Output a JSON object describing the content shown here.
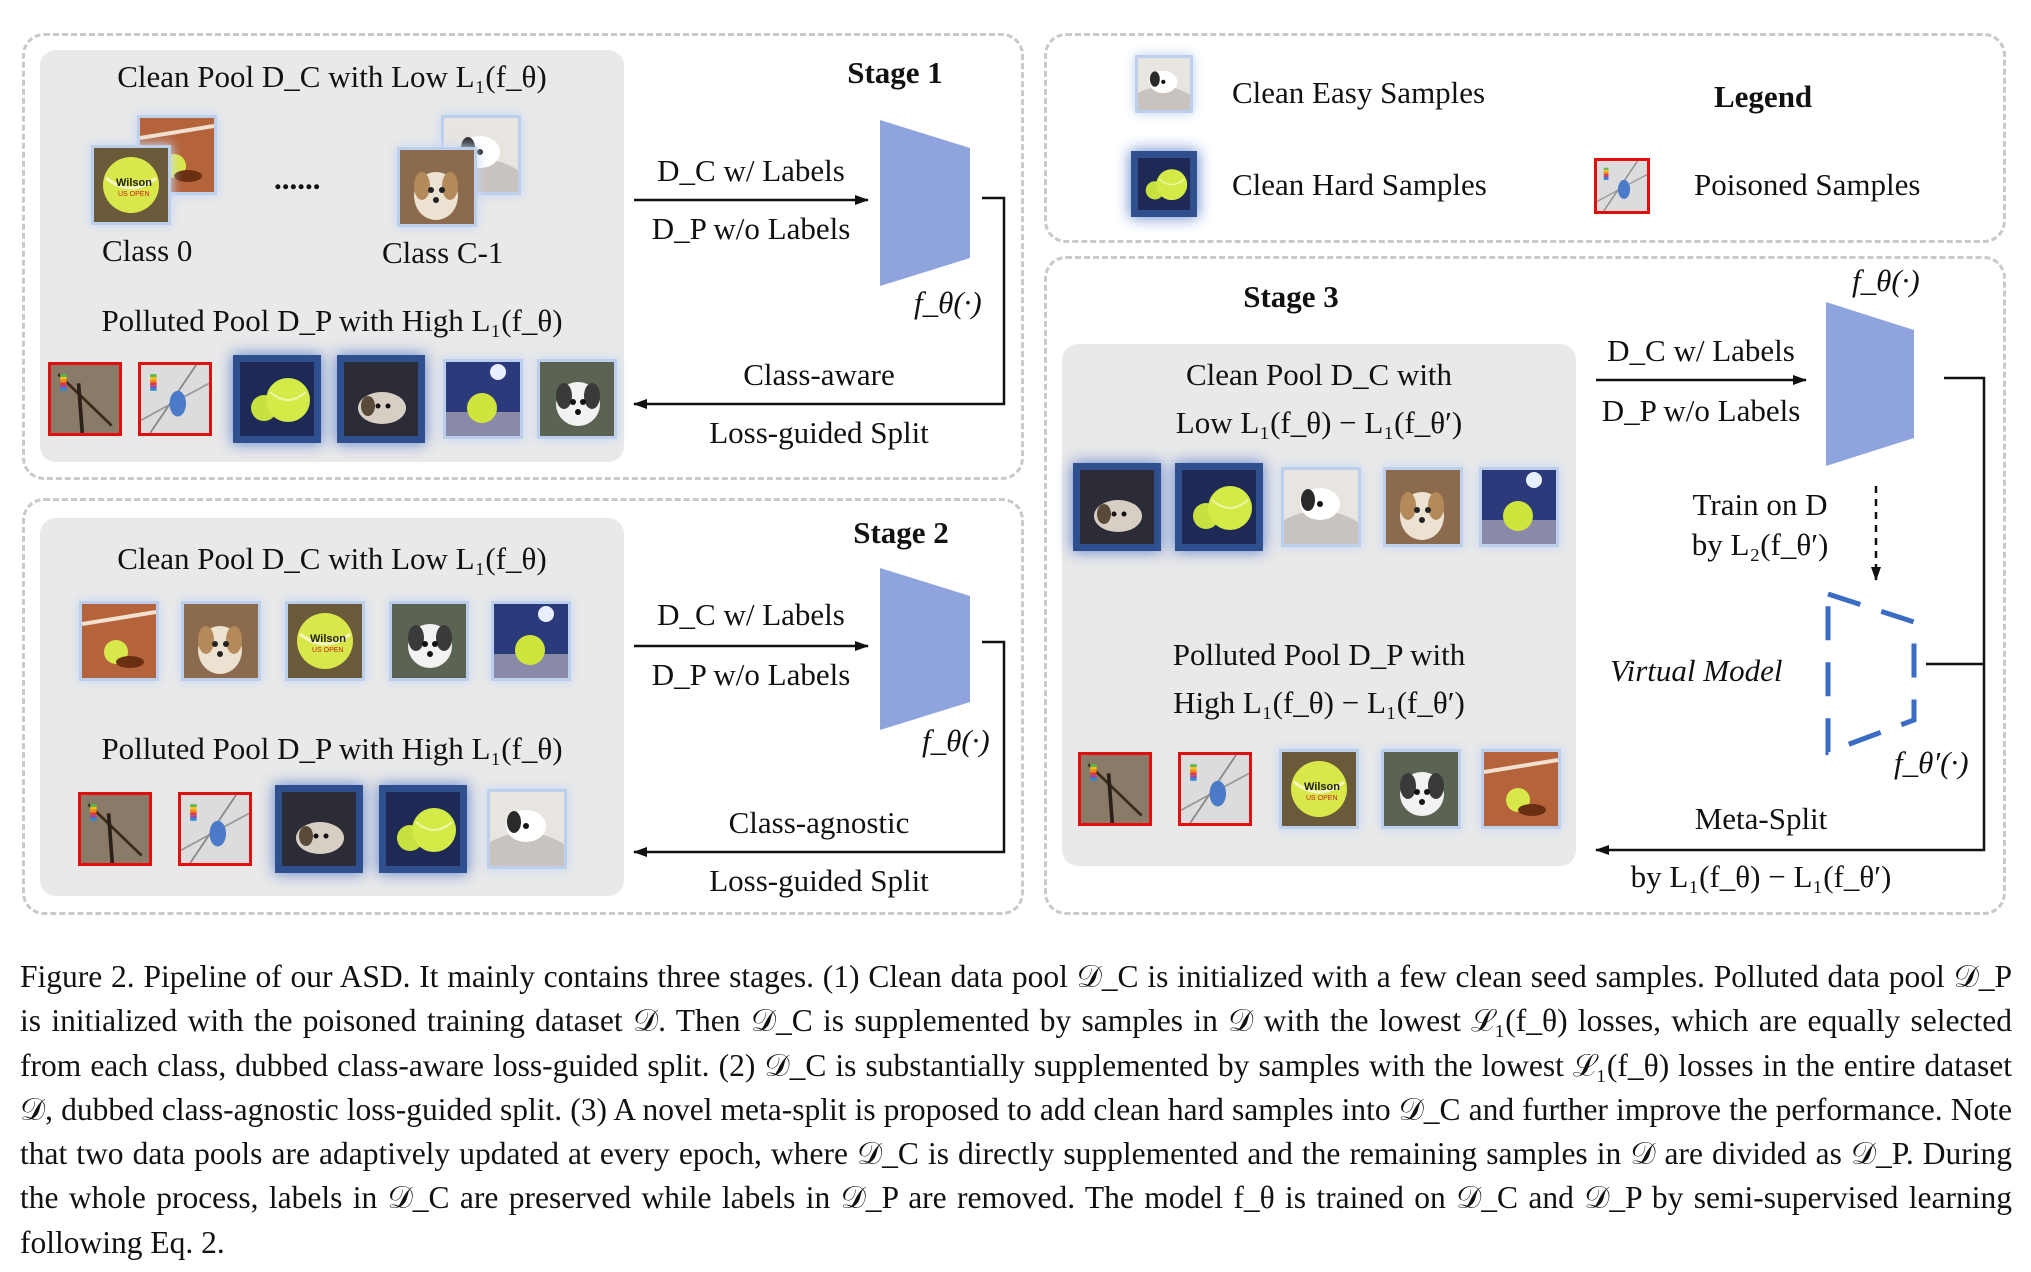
{
  "stage1": {
    "title": "Stage 1",
    "clean_pool": "Clean Pool D_C with Low L₁(f_θ)",
    "class0": "Class 0",
    "ellipsis": "......",
    "classC": "Class C-1",
    "polluted_pool": "Polluted Pool D_P with High L₁(f_θ)",
    "in_top": "D_C w/ Labels",
    "in_bottom": "D_P w/o Labels",
    "model": "f_θ(·)",
    "split_top": "Class-aware",
    "split_bottom": "Loss-guided Split"
  },
  "stage2": {
    "title": "Stage 2",
    "clean_pool": "Clean Pool D_C with Low L₁(f_θ)",
    "polluted_pool": "Polluted Pool D_P with High L₁(f_θ)",
    "in_top": "D_C w/ Labels",
    "in_bottom": "D_P w/o Labels",
    "model": "f_θ(·)",
    "split_top": "Class-agnostic",
    "split_bottom": "Loss-guided Split"
  },
  "stage3": {
    "title": "Stage 3",
    "clean_pool_1": "Clean Pool D_C with",
    "clean_pool_2": "Low L₁(f_θ) − L₁(f_θ′)",
    "polluted_pool_1": "Polluted Pool D_P with",
    "polluted_pool_2": "High L₁(f_θ) − L₁(f_θ′)",
    "model": "f_θ(·)",
    "in_top": "D_C w/ Labels",
    "in_bottom": "D_P w/o Labels",
    "train_1": "Train on D",
    "train_2": "by L₂(f_θ′)",
    "virtual": "Virtual Model",
    "virtual_model": "f_θ′(·)",
    "split_top": "Meta-Split",
    "split_bottom": "by L₁(f_θ) − L₁(f_θ′)"
  },
  "legend": {
    "title": "Legend",
    "easy": "Clean Easy Samples",
    "hard": "Clean Hard Samples",
    "poisoned": "Poisoned Samples"
  },
  "caption": "Figure 2. Pipeline of our ASD. It mainly contains three stages. (1) Clean data pool 𝒟_C is initialized with a few clean seed samples. Polluted data pool 𝒟_P is initialized with the poisoned training dataset 𝒟. Then 𝒟_C is supplemented by samples in 𝒟 with the lowest ℒ₁(f_θ) losses, which are equally selected from each class, dubbed class-aware loss-guided split. (2) 𝒟_C is substantially supplemented by samples with the lowest ℒ₁(f_θ) losses in the entire dataset 𝒟, dubbed class-agnostic loss-guided split. (3) A novel meta-split is proposed to add clean hard samples into 𝒟_C and further improve the performance. Note that two data pools are adaptively updated at every epoch, where 𝒟_C is directly supplemented and the remaining samples in 𝒟 are divided as 𝒟_P. During the whole process, labels in 𝒟_C are preserved while labels in 𝒟_P are removed. The model f_θ is trained on 𝒟_C and 𝒟_P by semi-supervised learning following Eq. 2.",
  "colors": {
    "model_fill": "#8fa3dc",
    "virtual_model": "#3a6cc4",
    "poison_border": "#e01010",
    "hard_glow": "#2f4f8f",
    "pool_bg": "#e9e9e9",
    "panel_dash": "#c9c9c9"
  }
}
